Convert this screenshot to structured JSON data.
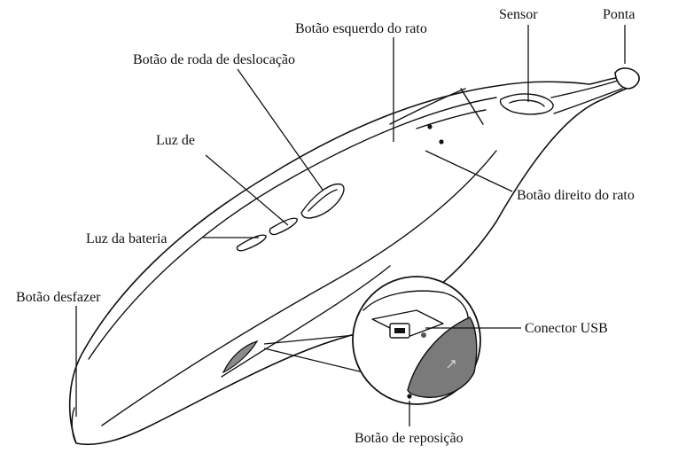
{
  "labels": {
    "ponta": "Ponta",
    "sensor": "Sensor",
    "botao_esquerdo": "Botão esquerdo do rato",
    "botao_roda": "Botão de roda de deslocação",
    "luz_de": "Luz de",
    "botao_direito": "Botão direito do rato",
    "luz_bateria": "Luz da bateria",
    "botao_desfazer": "Botão desfazer",
    "conector_usb": "Conector USB",
    "botao_reposicao": "Botão de reposição"
  },
  "colors": {
    "line": "#111111",
    "cover": "#7a7a7a",
    "band": "#8a8a8a"
  }
}
